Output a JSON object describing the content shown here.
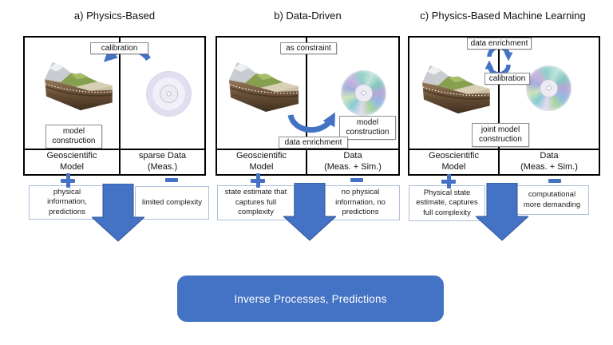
{
  "colors": {
    "accent": "#4472C4",
    "arrow_border": "#2E5597"
  },
  "panels": [
    {
      "title": "a) Physics-Based",
      "arrow_label": "calibration",
      "construction_label": "model construction",
      "left_cell": {
        "line1": "Geoscientific",
        "line2": "Model"
      },
      "right_cell": {
        "line1": "sparse Data",
        "line2": "(Meas.)"
      },
      "pro": "physical information, predictions",
      "con": "limited complexity"
    },
    {
      "title": "b) Data-Driven",
      "top_label": "as constraint",
      "construction_label": "model construction",
      "arrow_label": "data enrichment",
      "left_cell": {
        "line1": "Geoscientific",
        "line2": "Model"
      },
      "right_cell": {
        "line1": "Data",
        "line2": "(Meas. + Sim.)"
      },
      "pro": "state estimate that captures full complexity",
      "con": "no physical information, no predictions"
    },
    {
      "title": "c) Physics-Based Machine Learning",
      "top_label": "data enrichment",
      "mid_label": "calibration",
      "construction_label": "joint model construction",
      "left_cell": {
        "line1": "Geoscientific",
        "line2": "Model"
      },
      "right_cell": {
        "line1": "Data",
        "line2": "(Meas. + Sim.)"
      },
      "pro": "Physical state estimate, captures full complexity",
      "con": "computational more demanding"
    }
  ],
  "banner": {
    "label": "Inverse Processes, Predictions"
  }
}
